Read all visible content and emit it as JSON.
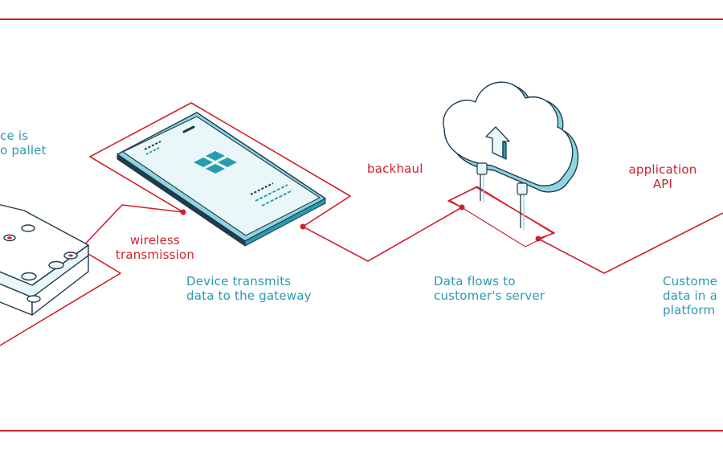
{
  "colors": {
    "accent_red": "#d0202e",
    "accent_teal": "#2a9ab0",
    "outline": "#1f3b4d",
    "screen_fill": "#eaf7f9",
    "device_edge": "#8fd4df"
  },
  "icons": {
    "pallet": "pallet-icon",
    "phone": "gateway-device-icon",
    "cloud": "cloud-server-icon",
    "upload": "upload-arrow-icon"
  },
  "labels": {
    "step1": [
      "ce is",
      "o pallet"
    ],
    "wireless": [
      "wireless",
      "transmission"
    ],
    "step2": [
      "Device transmits",
      "data to the gateway"
    ],
    "backhaul": "backhaul",
    "step3": [
      "Data flows to",
      "customer's server"
    ],
    "api": [
      "application",
      "API"
    ],
    "step4": [
      "Custome",
      "data in a",
      "platform"
    ]
  }
}
